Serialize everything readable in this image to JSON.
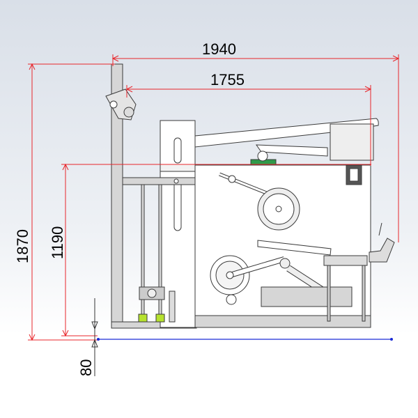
{
  "dimensions": {
    "overall_width": "1940",
    "roller_width": "1755",
    "overall_height": "1870",
    "frame_height": "1190",
    "base_clearance": "80"
  },
  "colors": {
    "dimension_line": "#e8262b",
    "ground_line": "#1a2bd6",
    "part_outline": "#3a3a3a",
    "part_fill": "#ffffff",
    "steel_fill": "#d6d6d6",
    "foot_green": "#b6e22e",
    "bearing_green": "#2f9a4a"
  }
}
